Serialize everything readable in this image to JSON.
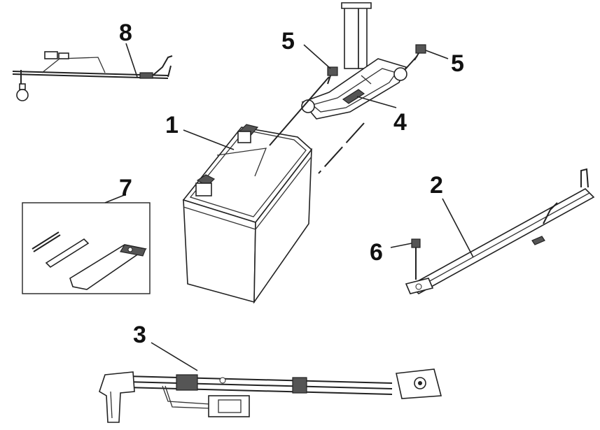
{
  "diagram": {
    "callouts": {
      "c1": "1",
      "c2": "2",
      "c3": "3",
      "c4": "4",
      "c5a": "5",
      "c5b": "5",
      "c6": "6",
      "c7": "7",
      "c8": "8"
    }
  }
}
